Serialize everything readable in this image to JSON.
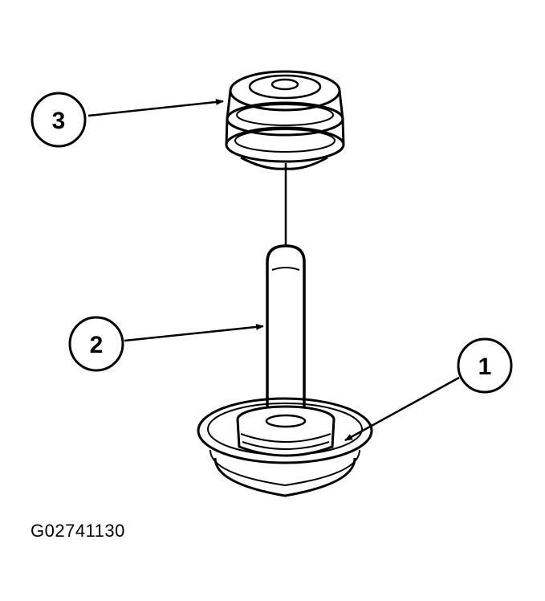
{
  "callouts": [
    {
      "label": "1",
      "part": "base-retainer"
    },
    {
      "label": "2",
      "part": "pin"
    },
    {
      "label": "3",
      "part": "spring"
    }
  ],
  "figure_code": "G02741130",
  "colors": {
    "line": "#000000",
    "background": "#ffffff"
  }
}
